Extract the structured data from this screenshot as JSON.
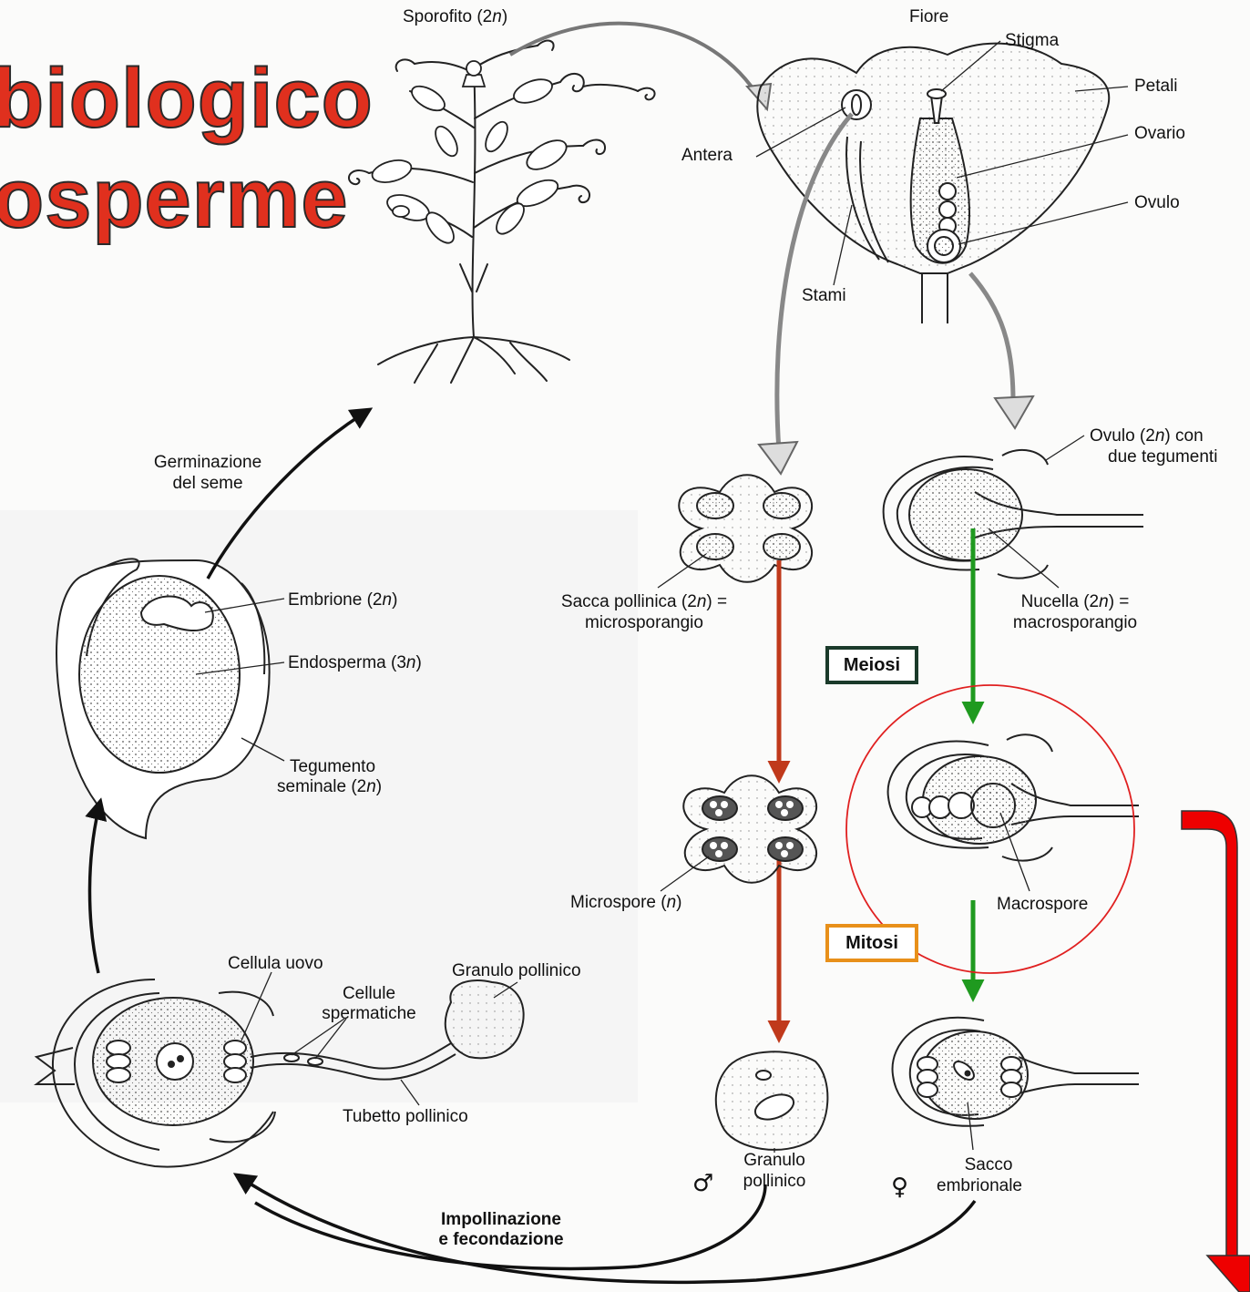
{
  "title": {
    "line1": "biologico",
    "line2": "osperme"
  },
  "labels": {
    "sporofito": "Sporofito (2n)",
    "fiore": "Fiore",
    "stigma": "Stigma",
    "petali": "Petali",
    "ovario": "Ovario",
    "ovulo": "Ovulo",
    "antera": "Antera",
    "stami": "Stami",
    "germinazione_1": "Germinazione",
    "germinazione_2": "del seme",
    "ovulo_teg_1": "Ovulo (2n) con",
    "ovulo_teg_2": "due tegumenti",
    "embrione": "Embrione (2n)",
    "endosperma": "Endosperma (3n)",
    "tegumento_1": "Tegumento",
    "tegumento_2": "seminale (2n)",
    "sacca_1": "Sacca pollinica (2n) =",
    "sacca_2": "microsporangio",
    "nucella_1": "Nucella (2n) =",
    "nucella_2": "macrosporangio",
    "meiosi": "Meiosi",
    "mitosi": "Mitosi",
    "microspore": "Microspore (n)",
    "macrospore": "Macrospore",
    "cellula_uovo": "Cellula uovo",
    "cellule_sperm_1": "Cellule",
    "cellule_sperm_2": "spermatiche",
    "granulo_pollinico_top": "Granulo pollinico",
    "tubetto": "Tubetto pollinico",
    "granulo_1": "Granulo",
    "granulo_2": "pollinico",
    "sacco_1": "Sacco",
    "sacco_2": "embrionale",
    "male_symbol": "♂",
    "female_symbol": "♀",
    "impollinazione_1": "Impollinazione",
    "impollinazione_2": "e fecondazione"
  },
  "colors": {
    "title_red": "#e0301e",
    "meiosis_arrow": "#c0391b",
    "mitosis_arrow": "#1f9a1f",
    "big_red_arrow": "#ee0000",
    "meiosi_box_border": "#1a3a2a",
    "mitosi_box_border": "#e8901a",
    "highlight_circle": "#e02020"
  }
}
